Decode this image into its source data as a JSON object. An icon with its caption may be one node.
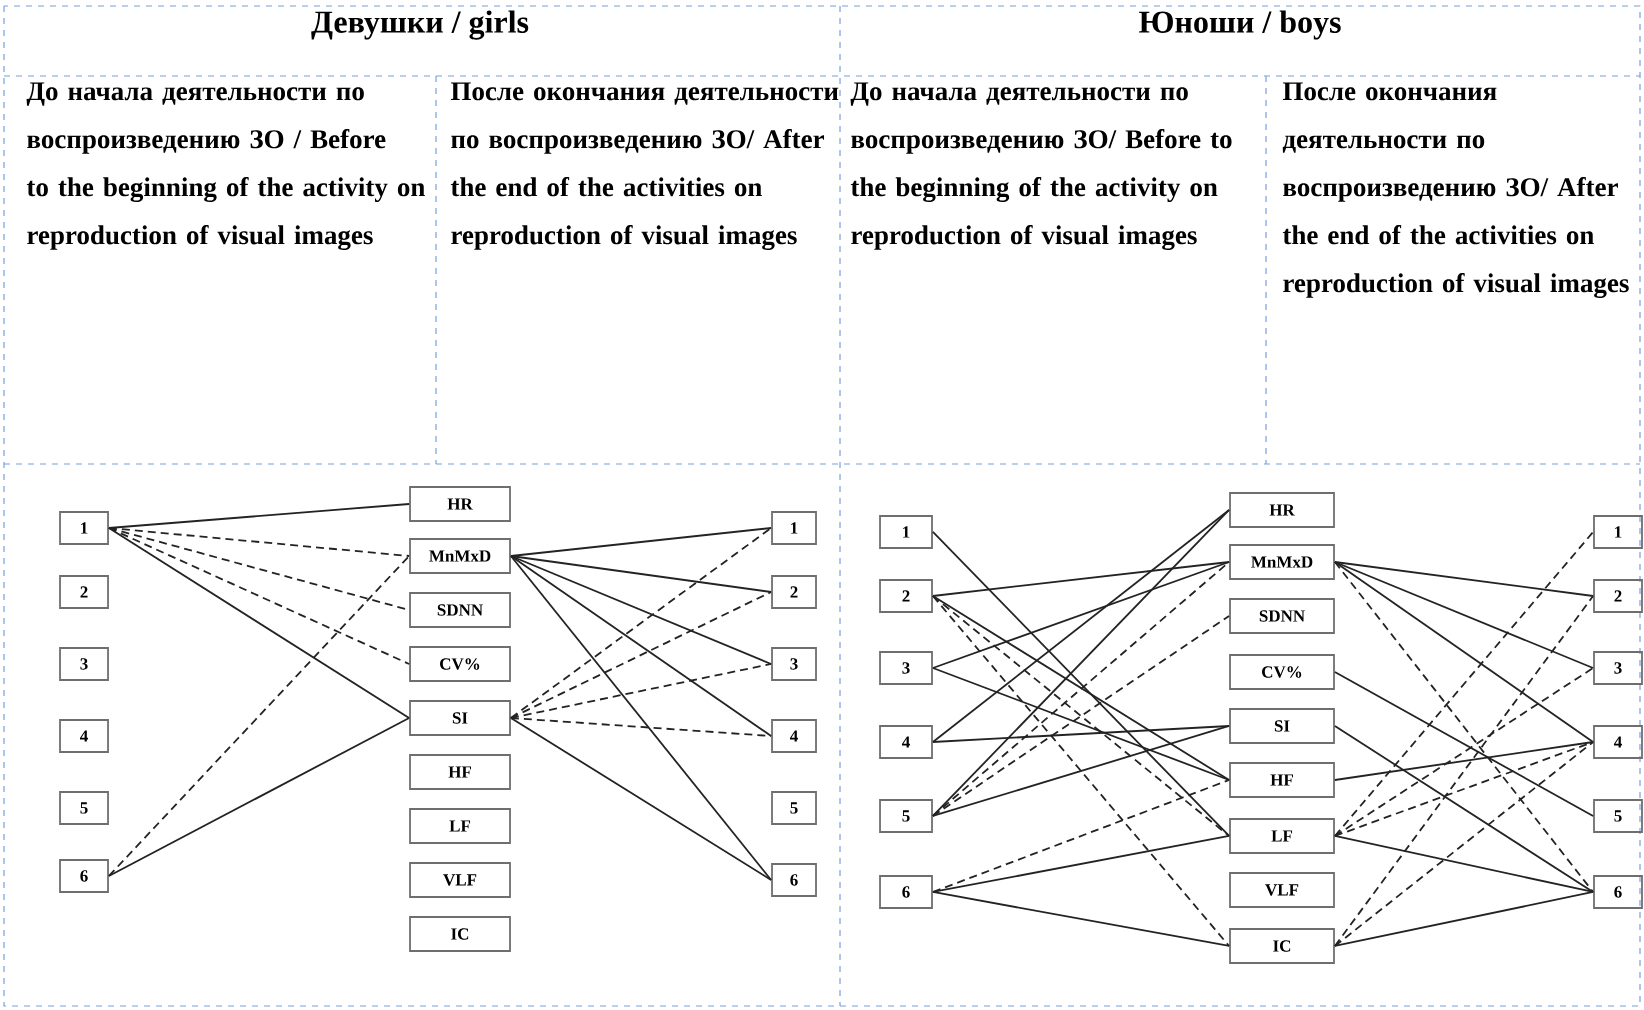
{
  "diagram": {
    "nodes": [
      {
        "text": [
          "1"
        ]
      },
      {
        "text": [
          "2"
        ]
      },
      {
        "text": [
          "3"
        ]
      },
      {
        "text": [
          "4"
        ]
      },
      {
        "text": [
          "5"
        ]
      },
      {
        "text": [
          "6"
        ]
      },
      {
        "text": [
          "HR"
        ]
      },
      {
        "text": [
          "MnMxD"
        ]
      },
      {
        "text": [
          "SDNN"
        ]
      },
      {
        "text": [
          "CV%"
        ]
      },
      {
        "text": [
          "SI"
        ]
      },
      {
        "text": [
          "HF"
        ]
      },
      {
        "text": [
          "LF"
        ]
      },
      {
        "text": [
          "VLF"
        ]
      },
      {
        "text": [
          "IC"
        ]
      },
      {
        "text": [
          "1"
        ]
      },
      {
        "text": [
          "2"
        ]
      },
      {
        "text": [
          "3"
        ]
      },
      {
        "text": [
          "4"
        ]
      },
      {
        "text": [
          "5"
        ]
      },
      {
        "text": [
          "6"
        ]
      },
      {
        "text": [
          "1"
        ]
      },
      {
        "text": [
          "2"
        ]
      },
      {
        "text": [
          "3"
        ]
      },
      {
        "text": [
          "4"
        ]
      },
      {
        "text": [
          "5"
        ]
      },
      {
        "text": [
          "6"
        ]
      },
      {
        "text": [
          "HR"
        ]
      },
      {
        "text": [
          "MnMxD"
        ]
      },
      {
        "text": [
          "SDNN"
        ]
      },
      {
        "text": [
          "CV%"
        ]
      },
      {
        "text": [
          "SI"
        ]
      },
      {
        "text": [
          "HF"
        ]
      },
      {
        "text": [
          "LF"
        ]
      },
      {
        "text": [
          "VLF"
        ]
      },
      {
        "text": [
          "IC"
        ]
      },
      {
        "text": [
          "1"
        ]
      },
      {
        "text": [
          "2"
        ]
      },
      {
        "text": [
          "3"
        ]
      },
      {
        "text": [
          "4"
        ]
      },
      {
        "text": [
          "5"
        ]
      },
      {
        "text": [
          "6"
        ]
      }
    ],
    "edges": [
      {
        "from": 0,
        "to": 6,
        "arrow": "none"
      },
      {
        "from": 0,
        "to": 7,
        "arrow": "none",
        "style": "dashed"
      },
      {
        "from": 0,
        "to": 8,
        "arrow": "none",
        "style": "dashed"
      },
      {
        "from": 0,
        "to": 9,
        "arrow": "none",
        "style": "dashed"
      },
      {
        "from": 0,
        "to": 10,
        "arrow": "none"
      },
      {
        "from": 5,
        "to": 7,
        "arrow": "none",
        "style": "dashed"
      },
      {
        "from": 5,
        "to": 10,
        "arrow": "none"
      },
      {
        "from": 7,
        "to": 15,
        "arrow": "none"
      },
      {
        "from": 7,
        "to": 16,
        "arrow": "none"
      },
      {
        "from": 7,
        "to": 17,
        "arrow": "none"
      },
      {
        "from": 7,
        "to": 18,
        "arrow": "none"
      },
      {
        "from": 7,
        "to": 20,
        "arrow": "none"
      },
      {
        "from": 10,
        "to": 15,
        "arrow": "none",
        "style": "dashed"
      },
      {
        "from": 10,
        "to": 16,
        "arrow": "none",
        "style": "dashed"
      },
      {
        "from": 10,
        "to": 17,
        "arrow": "none",
        "style": "dashed"
      },
      {
        "from": 10,
        "to": 18,
        "arrow": "none",
        "style": "dashed"
      },
      {
        "from": 10,
        "to": 20,
        "arrow": "none"
      },
      {
        "from": 21,
        "to": 33,
        "arrow": "none"
      },
      {
        "from": 22,
        "to": 28,
        "arrow": "none"
      },
      {
        "from": 22,
        "to": 32,
        "arrow": "none"
      },
      {
        "from": 22,
        "to": 33,
        "arrow": "none",
        "style": "dashed"
      },
      {
        "from": 22,
        "to": 35,
        "arrow": "none",
        "style": "dashed"
      },
      {
        "from": 23,
        "to": 28,
        "arrow": "none"
      },
      {
        "from": 23,
        "to": 32,
        "arrow": "none"
      },
      {
        "from": 24,
        "to": 27,
        "arrow": "none"
      },
      {
        "from": 24,
        "to": 31,
        "arrow": "none"
      },
      {
        "from": 25,
        "to": 27,
        "arrow": "none"
      },
      {
        "from": 25,
        "to": 28,
        "arrow": "none",
        "style": "dashed"
      },
      {
        "from": 25,
        "to": 29,
        "arrow": "none",
        "style": "dashed"
      },
      {
        "from": 25,
        "to": 31,
        "arrow": "none"
      },
      {
        "from": 26,
        "to": 32,
        "arrow": "none",
        "style": "dashed"
      },
      {
        "from": 26,
        "to": 33,
        "arrow": "none"
      },
      {
        "from": 26,
        "to": 35,
        "arrow": "none"
      },
      {
        "from": 28,
        "to": 37,
        "arrow": "none"
      },
      {
        "from": 28,
        "to": 38,
        "arrow": "none"
      },
      {
        "from": 28,
        "to": 39,
        "arrow": "none"
      },
      {
        "from": 28,
        "to": 41,
        "arrow": "none",
        "style": "dashed"
      },
      {
        "from": 30,
        "to": 40,
        "arrow": "none"
      },
      {
        "from": 31,
        "to": 41,
        "arrow": "none"
      },
      {
        "from": 32,
        "to": 39,
        "arrow": "none"
      },
      {
        "from": 33,
        "to": 36,
        "arrow": "none",
        "style": "dashed"
      },
      {
        "from": 33,
        "to": 38,
        "arrow": "none",
        "style": "dashed"
      },
      {
        "from": 33,
        "to": 39,
        "arrow": "none",
        "style": "dashed"
      },
      {
        "from": 33,
        "to": 41,
        "arrow": "none"
      },
      {
        "from": 35,
        "to": 37,
        "arrow": "none",
        "style": "dashed"
      },
      {
        "from": 35,
        "to": 39,
        "arrow": "none",
        "style": "dashed"
      },
      {
        "from": 35,
        "to": 41,
        "arrow": "none"
      }
    ],
    "labels": [
      "Девушки / girls",
      "Юноши / boys",
      "До начала деятельности по воспроизведению ЗО / Before to the beginning of the activity on reproduction of visual images",
      "После окончания деятельности по воспроизведению ЗО/ After the end of the activities on reproduction of visual images",
      "До начала деятельности по воспроизведению ЗО/ Before to the beginning of the activity on reproduction of visual images",
      "После окончания деятельности по воспроизведению ЗО/ After the end of the activities on reproduction of visual images"
    ]
  }
}
